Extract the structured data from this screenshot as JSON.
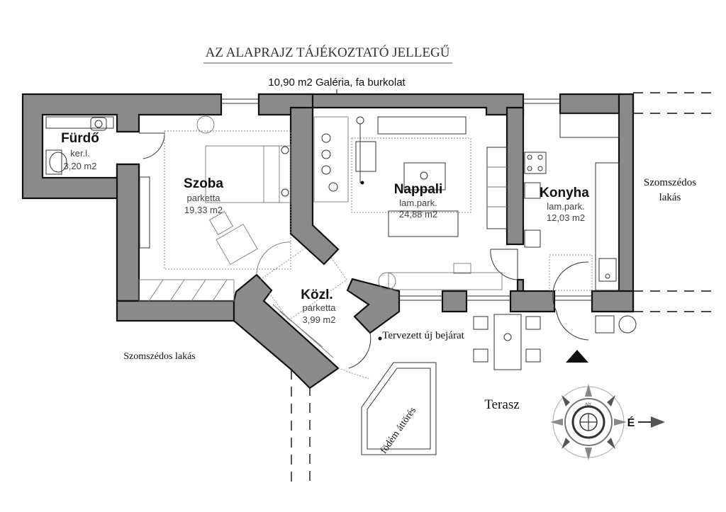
{
  "title": "AZ ALAPRAJZ TÁJÉKOZTATÓ JELLEGŰ",
  "gallery_note": "10,90 m2 Galéria, fa burkolat",
  "rooms": {
    "furdo": {
      "name": "Fürdő",
      "floor": "ker.l.",
      "area": "3,20  m2"
    },
    "szoba": {
      "name": "Szoba",
      "floor": "parketta",
      "area": "19,33  m2"
    },
    "nappali": {
      "name": "Nappali",
      "floor": "lam.park.",
      "area": "24,88  m2"
    },
    "konyha": {
      "name": "Konyha",
      "floor": "lam.park.",
      "area": "12,03  m2"
    },
    "kozl": {
      "name": "Közl.",
      "floor": "parketta",
      "area": "3,99  m2"
    }
  },
  "labels": {
    "neighbor_right_1": "Szomszédos",
    "neighbor_right_2": "lakás",
    "neighbor_left": "Szomszédos lakás",
    "entrance": "Tervezett új bejárat",
    "slab_opening": "födém áttörés",
    "terrace": "Terasz",
    "compass_n": "NY",
    "compass_arrow": "É"
  }
}
